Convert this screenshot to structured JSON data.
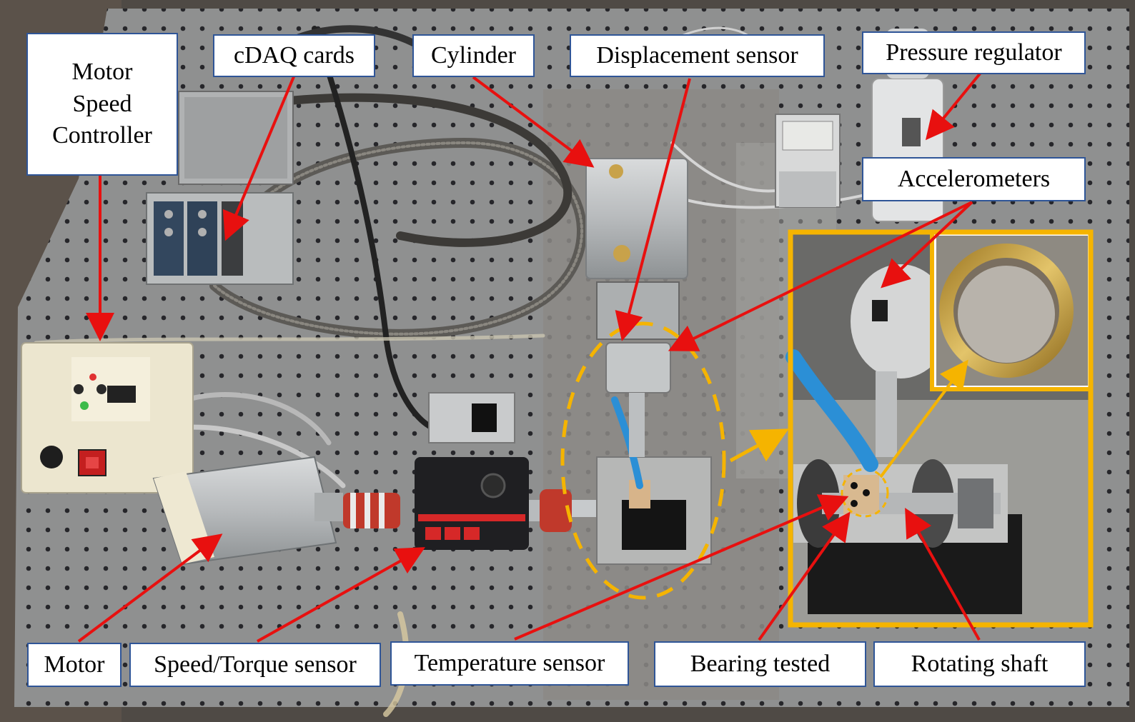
{
  "labels": {
    "motor_speed_controller": [
      "Motor",
      "Speed",
      "Controller"
    ],
    "cdaq_cards": "cDAQ cards",
    "cylinder": "Cylinder",
    "displacement_sensor": "Displacement sensor",
    "pressure_regulator": "Pressure regulator",
    "accelerometers": "Accelerometers",
    "motor": "Motor",
    "speed_torque_sensor": "Speed/Torque sensor",
    "temperature_sensor": "Temperature sensor",
    "bearing_tested": "Bearing tested",
    "rotating_shaft": "Rotating shaft"
  },
  "colors": {
    "label_border": "#2f5597",
    "pointer_red": "#e8100f",
    "highlight_orange": "#f5b400",
    "table_metal": "#8d8e8e",
    "table_holes": "#26262a"
  }
}
